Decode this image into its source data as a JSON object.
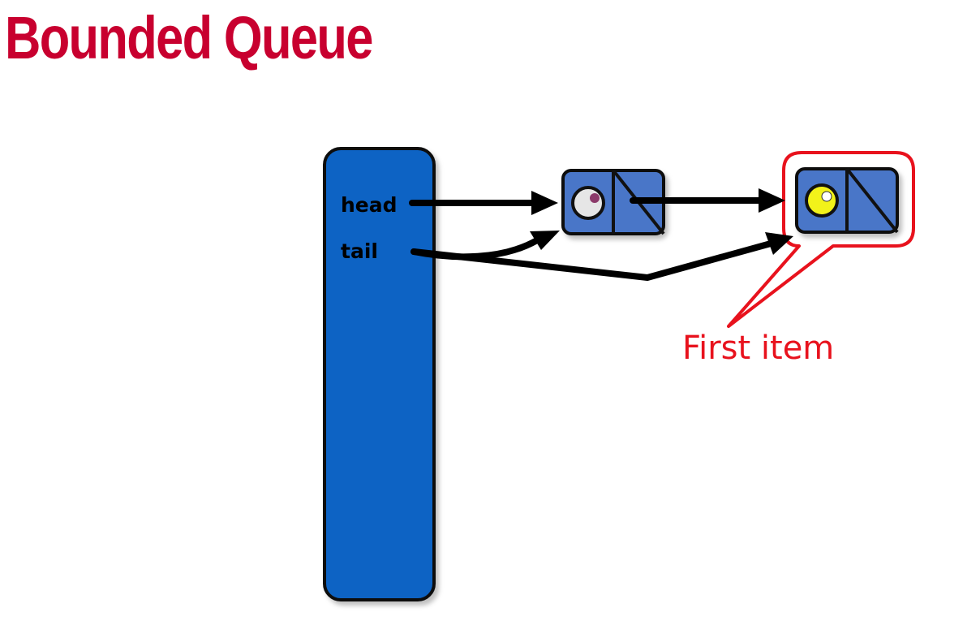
{
  "title": "Bounded Queue",
  "queue": {
    "fields": [
      {
        "label": "head"
      },
      {
        "label": "tail"
      }
    ]
  },
  "nodes": [
    {
      "item": "sentinel",
      "item_color": "#e6e6e6",
      "dot_color": "#8c3a6a"
    },
    {
      "item": "first",
      "item_color": "#f2f21a",
      "dot_color": "#ffffff"
    }
  ],
  "callout": {
    "label": "First item",
    "color": "#e8121d"
  },
  "colors": {
    "title": "#c8002f",
    "queue_body": "#0a63c4",
    "node_fill": "#4a76c8",
    "pointer": "#000000"
  }
}
